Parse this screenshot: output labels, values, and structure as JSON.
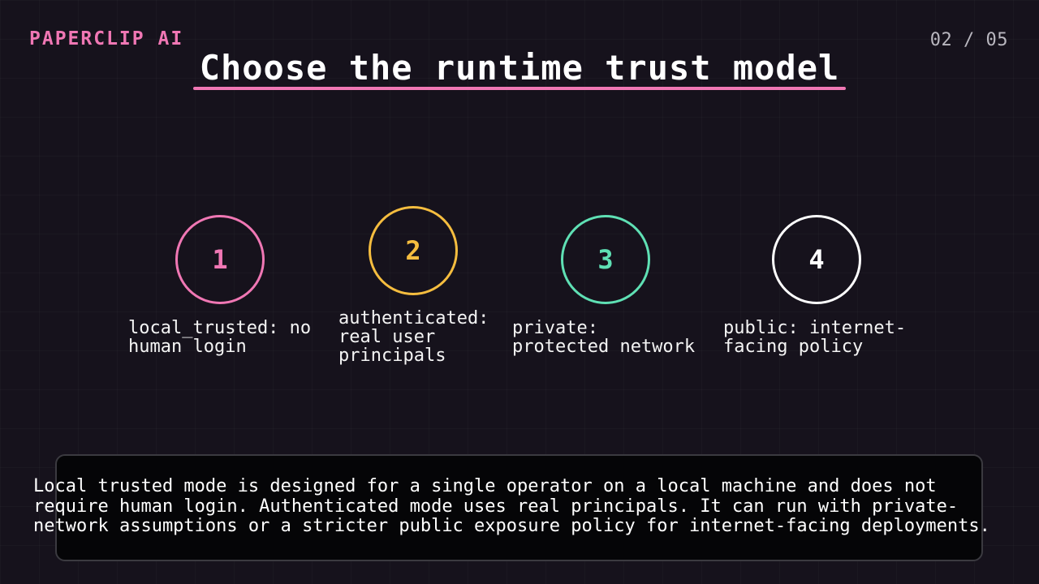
{
  "header": {
    "brand": "PAPERCLIP AI",
    "page_indicator": "02 / 05"
  },
  "slide": {
    "title": "Choose the runtime trust model"
  },
  "steps": [
    {
      "number": "1",
      "label": "local_trusted: no\nhuman login",
      "color": "#f077b4"
    },
    {
      "number": "2",
      "label": "authenticated:\nreal user\nprincipals",
      "color": "#f5bd3f"
    },
    {
      "number": "3",
      "label": "private:\nprotected network",
      "color": "#5fe0b4"
    },
    {
      "number": "4",
      "label": "public: internet-\nfacing policy",
      "color": "#ffffff"
    }
  ],
  "caption": {
    "text": "Local trusted mode is designed for a single operator on a local machine and does not\nrequire human login. Authenticated mode uses real principals. It can run with private-\nnetwork assumptions or a stricter public exposure policy for internet-facing deployments."
  }
}
